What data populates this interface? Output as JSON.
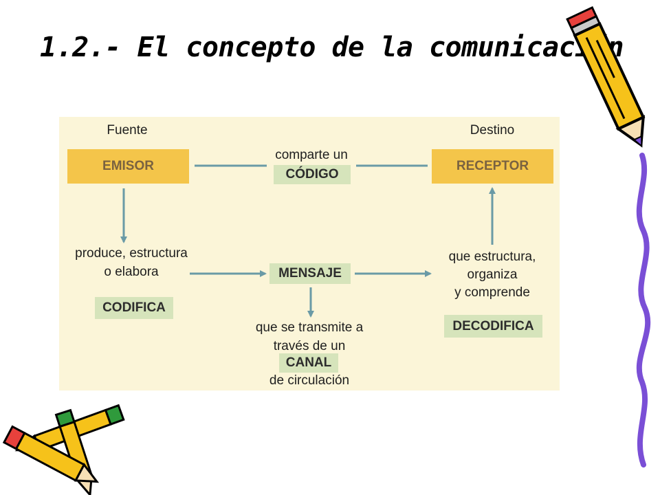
{
  "slide": {
    "title": "1.2.- El concepto de la comunicación"
  },
  "diagram": {
    "source_label": "Fuente",
    "destination_label": "Destino",
    "emitter": "EMISOR",
    "receiver": "RECEPTOR",
    "shares_line": "comparte un",
    "code": "CÓDIGO",
    "produce_line1": "produce, estructura",
    "produce_line2": "o elabora",
    "encode": "CODIFICA",
    "message": "MENSAJE",
    "transmit_line1": "que se transmite a",
    "transmit_line2": "través de un",
    "channel": "CANAL",
    "circulation": "de circulación",
    "structure_line1": "que estructura,",
    "structure_line2": "organiza",
    "structure_line3": "y comprende",
    "decode": "DECODIFICA"
  },
  "colors": {
    "panel_bg": "#fbf5d8",
    "yellow_box": "#f4c54a",
    "green_box": "#d6e4bb",
    "arrow": "#6a9aa6",
    "pencil_body": "#f6c21a",
    "squiggle": "#7a4fd6"
  },
  "decorations": [
    "pencil-icon-large",
    "crossed-pencils-icon",
    "purple-squiggle"
  ]
}
